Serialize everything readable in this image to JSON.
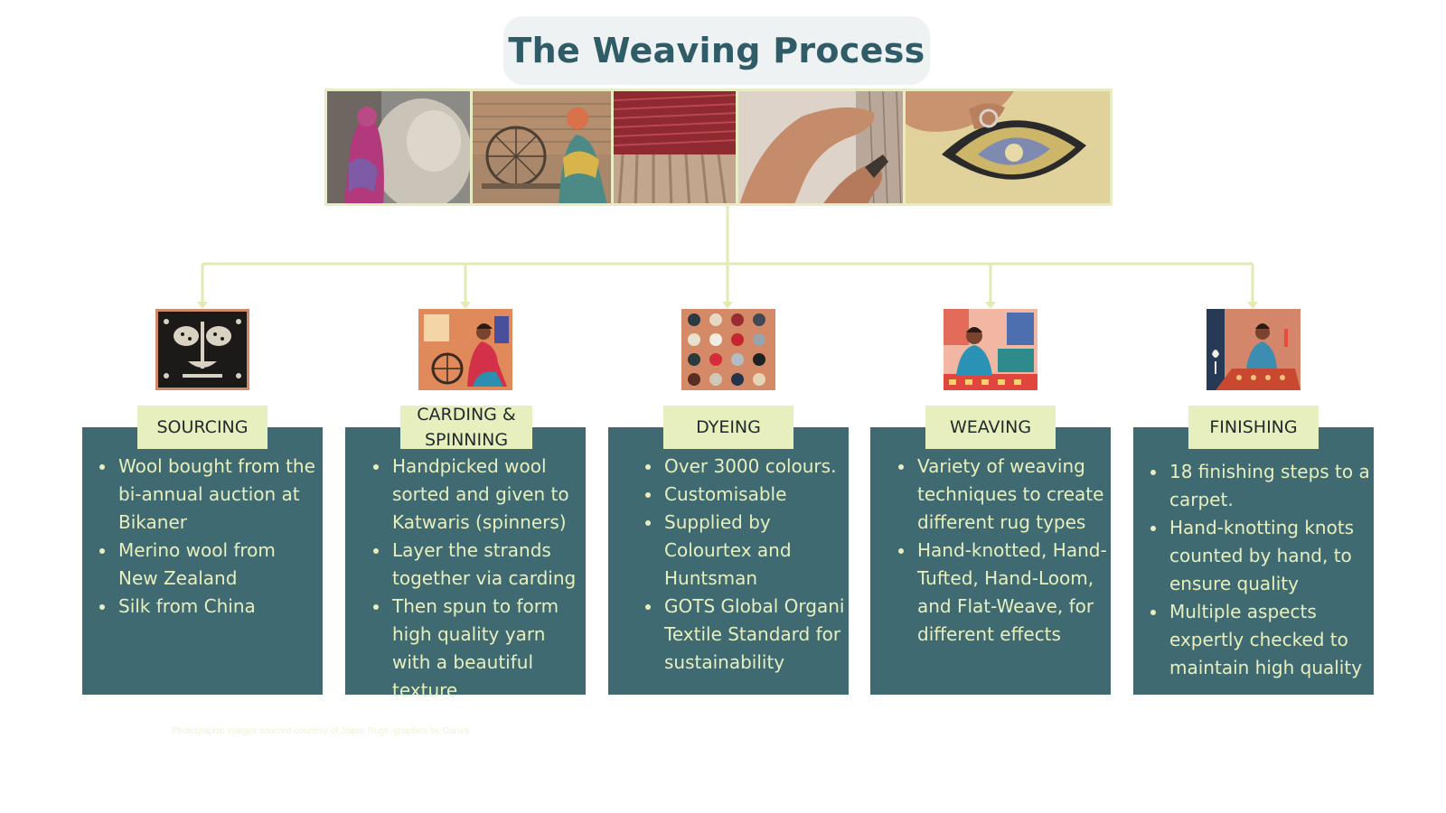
{
  "title": "The Weaving Process",
  "photos": [
    "wool-sorting-photo",
    "spinning-wheel-photo",
    "yarn-skeins-photo",
    "hand-weaving-photo",
    "rug-knotting-photo"
  ],
  "colors": {
    "panel": "#3f6a71",
    "label_bg": "#e8efbf",
    "bullet_text": "#e8efbf",
    "title_text": "#2f5c66",
    "connector": "#e2ebb6"
  },
  "stages": [
    {
      "label": "SOURCING",
      "icon": "scales-illustration-icon",
      "bullets": [
        "Wool bought from the bi-annual auction at Bikaner",
        "Merino wool from New Zealand",
        "Silk from China"
      ]
    },
    {
      "label": "CARDING & SPINNING",
      "icon": "spinning-woman-illustration-icon",
      "bullets": [
        "Handpicked wool sorted and given to Katwaris (spinners)",
        "Layer the strands together via carding",
        "Then spun to form high quality yarn with a beautiful texture"
      ]
    },
    {
      "label": "DYEING",
      "icon": "yarn-balls-illustration-icon",
      "bullets": [
        "Over 3000 colours.",
        "Customisable",
        "Supplied by Colourtex and Huntsman",
        "GOTS Global Organi Textile Standard for sustainability"
      ]
    },
    {
      "label": "WEAVING",
      "icon": "weaver-illustration-icon",
      "bullets": [
        "Variety of weaving techniques to create different rug types",
        "Hand-knotted, Hand-Tufted, Hand-Loom, and Flat-Weave, for different effects"
      ]
    },
    {
      "label": "FINISHING",
      "icon": "rug-finishing-illustration-icon",
      "bullets": [
        "18 finishing steps to a carpet.",
        "Hand-knotting knots counted by hand, to ensure quality",
        "Multiple aspects expertly checked to maintain high quality"
      ]
    }
  ],
  "credit": "Photographic images sourced courtesy of Jaipur Rugs, graphics by Canva"
}
